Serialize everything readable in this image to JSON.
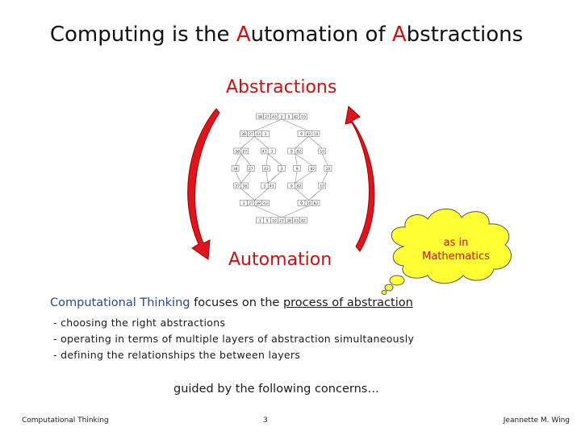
{
  "title": {
    "part1": "Computing is the ",
    "letter_a1": "A",
    "part2": "utomation of ",
    "letter_a2": "A",
    "part3": "bstractions"
  },
  "labels": {
    "abstractions": "Abstractions",
    "automation": "Automation"
  },
  "cloud": {
    "line1": "as in",
    "line2": "Mathematics"
  },
  "ct_line": {
    "highlight": "Computational Thinking",
    "middle": " focuses on the ",
    "underlined": "process of abstraction"
  },
  "bullets": [
    "- choosing the right abstractions",
    "- operating in terms of multiple layers of abstraction simultaneously",
    "- defining the relationships the between layers"
  ],
  "guided": "guided by the following concerns…",
  "footer": {
    "left": "Computational Thinking",
    "page": "3",
    "right": "Jeannette M. Wing"
  },
  "colors": {
    "accent_red": "#cc1111",
    "arrow_red": "#e0141a",
    "cloud_yellow": "#ffff33",
    "highlight_blue": "#2a4a8a"
  },
  "diagram": {
    "rows": [
      [
        [
          "38",
          "27",
          "43",
          "3",
          "9",
          "82",
          "10"
        ]
      ],
      [
        [
          "38",
          "27",
          "43",
          "3"
        ],
        [
          "9",
          "82",
          "10"
        ]
      ],
      [
        [
          "38",
          "27"
        ],
        [
          "43",
          "3"
        ],
        [
          "9",
          "82"
        ],
        [
          "10"
        ]
      ],
      [
        [
          "38"
        ],
        [
          "27"
        ],
        [
          "43"
        ],
        [
          "3"
        ],
        [
          "9"
        ],
        [
          "82"
        ],
        [
          "10"
        ]
      ],
      [
        [
          "27",
          "38"
        ],
        [
          "3",
          "43"
        ],
        [
          "9",
          "82"
        ],
        [
          "10"
        ]
      ],
      [
        [
          "3",
          "27",
          "38",
          "43"
        ],
        [
          "9",
          "10",
          "82"
        ]
      ],
      [
        [
          "3",
          "9",
          "10",
          "27",
          "38",
          "43",
          "82"
        ]
      ]
    ]
  }
}
